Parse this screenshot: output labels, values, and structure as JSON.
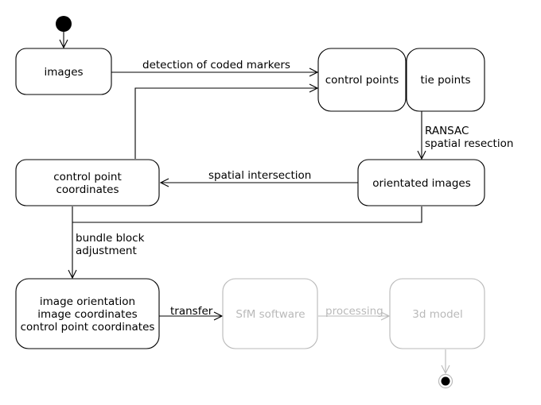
{
  "colors": {
    "stroke": "#000000",
    "faded": "#b9b9b9",
    "background": "#ffffff"
  },
  "nodes": {
    "images": {
      "lines": [
        "images"
      ]
    },
    "control_points": {
      "lines": [
        "control points"
      ]
    },
    "tie_points": {
      "lines": [
        "tie points"
      ]
    },
    "control_point_coordinates": {
      "lines": [
        "control point",
        "coordinates"
      ]
    },
    "orientated_images": {
      "lines": [
        "orientated images"
      ]
    },
    "image_orientation": {
      "lines": [
        "image orientation",
        "image coordinates",
        "control point coordinates"
      ]
    },
    "sfm_software": {
      "lines": [
        "SfM software"
      ]
    },
    "model_3d": {
      "lines": [
        "3d model"
      ]
    }
  },
  "edges": {
    "detection": {
      "lines": [
        "detection of coded markers"
      ]
    },
    "ransac": {
      "lines": [
        "RANSAC",
        "spatial resection"
      ]
    },
    "intersection": {
      "lines": [
        "spatial intersection"
      ]
    },
    "bundle": {
      "lines": [
        "bundle block",
        "adjustment"
      ]
    },
    "transfer": {
      "lines": [
        "transfer"
      ]
    },
    "processing": {
      "lines": [
        "processing"
      ]
    }
  }
}
